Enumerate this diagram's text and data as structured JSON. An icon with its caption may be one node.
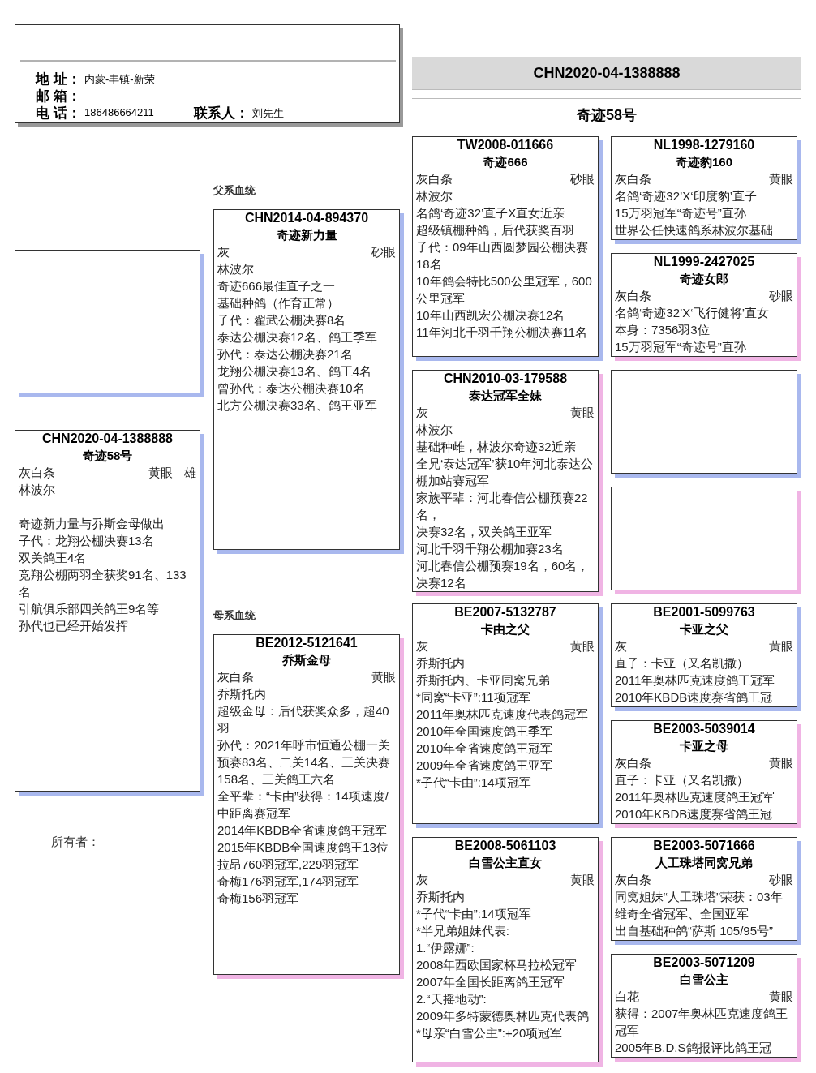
{
  "diagram": {
    "nodes": [
      {
        "text": [
          "地 址：",
          "内蒙-丰镇-新荣",
          "邮 箱：",
          "电 话：",
          "186486664211",
          "联系人：",
          "刘先生"
        ]
      },
      {
        "text": [
          "CHN2020-04-1388888",
          "奇迹58号"
        ]
      },
      {
        "text": [],
        "shape": "box"
      },
      {
        "text": [
          "CHN2020-04-1388888",
          "奇迹58号",
          "灰白条",
          "黄眼",
          "雄",
          "林波尔",
          "奇迹新力量与乔斯金母做出",
          "子代：龙翔公棚决赛13名",
          "双关鸽王4名",
          "竞翔公棚两羽全获奖91名、133名",
          "引航俱乐部四关鸽王9名等",
          "孙代也已经开始发挥"
        ]
      },
      {
        "text": [
          "CHN2014-04-894370",
          "奇迹新力量",
          "灰",
          "砂眼",
          "林波尔",
          "奇迹666最佳直子之一",
          "基础种鸽（作育正常）",
          "子代：翟武公棚决赛8名",
          "泰达公棚决赛12名、鸽王季军",
          "孙代：泰达公棚决赛21名",
          "龙翔公棚决赛13名、鸽王4名",
          "曾孙代：泰达公棚决赛10名",
          "北方公棚决赛33名、鸽王亚军"
        ]
      },
      {
        "text": [
          "BE2012-5121641",
          "乔斯金母",
          "灰白条",
          "黄眼",
          "乔斯托内",
          "超级金母：后代获奖众多，超40羽",
          "孙代：2021年呼市恒通公棚一关预赛83名、二关14名、三关决赛158名、三关鸽王六名",
          "全平辈：“卡由”获得：14项速度/中距离赛冠军",
          "2014年KBDB全省速度鸽王冠军",
          "2015年KBDB全国速度鸽王13位",
          "拉昂760羽冠军,229羽冠军",
          "奇梅176羽冠军,174羽冠军",
          "奇梅156羽冠军"
        ]
      },
      {
        "text": [
          "TW2008-011666",
          "奇迹666",
          "灰白条",
          "砂眼",
          "林波尔",
          "名鸽‘奇迹32’直子X直女近亲",
          "超级镇棚种鸽，后代获奖百羽",
          "子代：09年山西圆梦园公棚决赛18名",
          "10年鸽会特比500公里冠军，600公里冠军",
          "10年山西凯宏公棚决赛12名",
          "11年河北千羽千翔公棚决赛11名"
        ]
      },
      {
        "text": [
          "CHN2010-03-179588",
          "泰达冠军全妹",
          "灰",
          "黄眼",
          "林波尔",
          "基础种雌，林波尔奇迹32近亲",
          "全兄‘泰达冠军’获10年河北泰达公棚加站赛冠军",
          "家族平辈：河北春信公棚预赛22名，",
          "决赛32名，双关鸽王亚军",
          "河北千羽千翔公棚加赛23名",
          "河北春信公棚预赛19名，60名，决赛12名"
        ]
      },
      {
        "text": [
          "BE2007-5132787",
          "卡由之父",
          "灰",
          "黄眼",
          "乔斯托内",
          "乔斯托内、卡亚同窝兄弟",
          "*同窝“卡亚”:11项冠军",
          "2011年奥林匹克速度代表鸽冠军",
          "2010年全国速度鸽王季军",
          "2010年全省速度鸽王冠军",
          "2009年全省速度鸽王亚军",
          "*子代“卡由”:14项冠军"
        ]
      },
      {
        "text": [
          "BE2008-5061103",
          "白雪公主直女",
          "灰",
          "黄眼",
          "乔斯托内",
          "*子代“卡由”:14项冠军",
          "*半兄弟姐妹代表:",
          "1.“伊露娜”:",
          "2008年西欧国家杯马拉松冠军",
          "2007年全国长距离鸽王冠军",
          "2.“天摇地动”:",
          "2009年多特蒙德奥林匹克代表鸽",
          "*母亲“白雪公主”:+20项冠军"
        ]
      },
      {
        "text": [
          "NL1998-1279160",
          "奇迹豹160",
          "灰白条",
          "黄眼",
          "名鸽‘奇迹32’X‘印度豹’直子",
          "15万羽冠军“奇迹号”直孙",
          "世界公任快速鸽系林波尔基础"
        ]
      },
      {
        "text": [
          "NL1999-2427025",
          "奇迹女郎",
          "灰白条",
          "砂眼",
          "名鸽‘奇迹32’X‘飞行健将’直女",
          "本身：7356羽3位",
          "15万羽冠军“奇迹号”直孙"
        ]
      },
      {
        "text": [],
        "shape": "box"
      },
      {
        "text": [],
        "shape": "box"
      },
      {
        "text": [
          "BE2001-5099763",
          "卡亚之父",
          "灰",
          "黄眼",
          "直子：卡亚（又名凯撒）",
          "2011年奥林匹克速度鸽王冠军",
          "2010年KBDB速度赛省鸽王冠"
        ]
      },
      {
        "text": [
          "BE2003-5039014",
          "卡亚之母",
          "灰白条",
          "黄眼",
          "直子：卡亚（又名凯撒）",
          "2011年奥林匹克速度鸽王冠军",
          "2010年KBDB速度赛省鸽王冠"
        ]
      },
      {
        "text": [
          "BE2003-5071666",
          "人工珠塔同窝兄弟",
          "灰白条",
          "砂眼",
          "同窝姐妹“人工珠塔”荣获：03年维奇全省冠军、全国亚军",
          "出自基础种鸽“萨斯 105/95号”"
        ]
      },
      {
        "text": [
          "BE2003-5071209",
          "白雪公主",
          "白花",
          "黄眼",
          "获得：2007年奥林匹克速度鸽王冠军",
          "2005年B.D.S鸽报评比鸽王冠"
        ]
      }
    ],
    "labels": [
      "父系血统",
      "母系血统",
      "所有者："
    ]
  }
}
